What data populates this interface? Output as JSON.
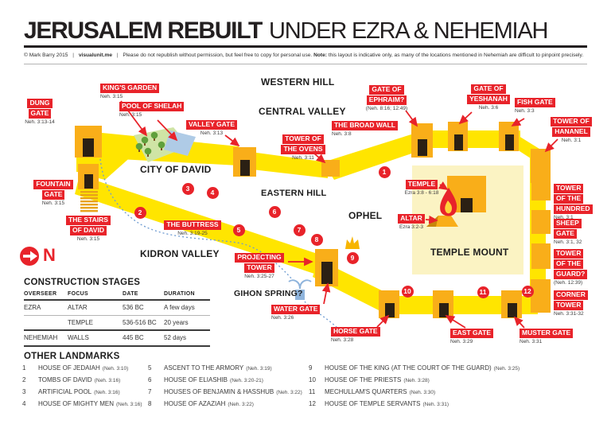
{
  "header": {
    "title_main": "JERUSALEM REBUILT",
    "title_sub": "UNDER EZRA & NEHEMIAH",
    "credit_prefix": "© Mark Barry 2015",
    "credit_sep": "|",
    "credit_site": "visualunit.me",
    "credit_body": "Please do not republish without permission, but feel free to copy for personal use.",
    "credit_note_label": "Note:",
    "credit_note": "this layout is indicative only, as many of the locations mentioned in Nehemiah are difficult to pinpoint precisely."
  },
  "map": {
    "regions": {
      "western_hill": "WESTERN HILL",
      "central_valley": "CENTRAL VALLEY",
      "city_of_david": "CITY OF DAVID",
      "eastern_hill": "EASTERN HILL",
      "ophel": "OPHEL",
      "kidron_valley": "KIDRON VALLEY",
      "temple_mount": "TEMPLE MOUNT",
      "gihon_spring": "GIHON SPRING?"
    },
    "north_label": "N",
    "icons": {
      "north_arrow": "right-arrow-in-red-circle",
      "crown": "gold-crown",
      "flame": "altar-flame",
      "gihon": "spring-fountain",
      "garden": "trees-on-green",
      "pool": "blue-pool",
      "stairs": "stepped-stairs"
    },
    "labels": {
      "dung_gate": {
        "l1": "DUNG",
        "l2": "GATE",
        "ref": "Neh. 3:13-14"
      },
      "kings_garden": {
        "l1": "KING'S GARDEN",
        "ref": "Neh. 3:15"
      },
      "pool_of_shelah": {
        "l1": "POOL OF SHELAH",
        "ref": "Neh. 3:15"
      },
      "valley_gate": {
        "l1": "VALLEY GATE",
        "ref": "Neh. 3:13"
      },
      "fountain_gate": {
        "l1": "FOUNTAIN",
        "l2": "GATE",
        "ref": "Neh. 3:15"
      },
      "stairs_of_david": {
        "l1": "THE STAIRS",
        "l2": "OF DAVID",
        "ref": "Neh. 3:15"
      },
      "buttress": {
        "l1": "THE BUTTRESS",
        "ref": "Neh. 3:19-25"
      },
      "tower_of_the_ovens": {
        "l1": "TOWER OF",
        "l2": "THE OVENS",
        "ref": "Neh. 3:11"
      },
      "broad_wall": {
        "l1": "THE BROAD WALL",
        "ref": "Neh. 3:8"
      },
      "gate_of_ephraim": {
        "l1": "GATE OF",
        "l2": "EPHRAIM?",
        "ref": "(Neh. 8:16; 12:49)"
      },
      "gate_of_yeshanah": {
        "l1": "GATE OF",
        "l2": "YESHANAH",
        "ref": "Neh. 3:6"
      },
      "fish_gate": {
        "l1": "FISH GATE",
        "ref": "Neh. 3:3"
      },
      "tower_of_hananel": {
        "l1": "TOWER OF",
        "l2": "HANANEL",
        "ref": "Neh. 3:1"
      },
      "tower_of_the_hundred": {
        "l1": "TOWER",
        "l2": "OF THE",
        "l3": "HUNDRED",
        "ref": "Neh. 3:1"
      },
      "sheep_gate": {
        "l1": "SHEEP",
        "l2": "GATE",
        "ref": "Neh. 3:1, 32"
      },
      "tower_of_the_guard": {
        "l1": "TOWER",
        "l2": "OF THE",
        "l3": "GUARD?",
        "ref": "(Neh. 12:39)"
      },
      "corner_tower": {
        "l1": "CORNER",
        "l2": "TOWER",
        "ref": "Neh. 3:31-32"
      },
      "muster_gate": {
        "l1": "MUSTER GATE",
        "ref": "Neh. 3:31"
      },
      "east_gate": {
        "l1": "EAST GATE",
        "ref": "Neh. 3:29"
      },
      "horse_gate": {
        "l1": "HORSE GATE",
        "ref": "Neh. 3:28"
      },
      "water_gate": {
        "l1": "WATER GATE",
        "ref": "Neh. 3:26"
      },
      "projecting_tower": {
        "l1": "PROJECTING",
        "l2": "TOWER",
        "ref": "Neh. 3:25-27"
      },
      "temple": {
        "l1": "TEMPLE",
        "ref": "Ezra 3:8 - 6:18"
      },
      "altar": {
        "l1": "ALTAR",
        "ref": "Ezra 3:2-3"
      }
    },
    "markers": [
      "1",
      "2",
      "3",
      "4",
      "5",
      "6",
      "7",
      "8",
      "9",
      "10",
      "11",
      "12"
    ]
  },
  "construction": {
    "heading": "CONSTRUCTION STAGES",
    "columns": [
      "OVERSEER",
      "FOCUS",
      "DATE",
      "DURATION"
    ],
    "rows": [
      {
        "overseer": "EZRA",
        "focus": "ALTAR",
        "date": "536 BC",
        "duration": "A few days"
      },
      {
        "overseer": "",
        "focus": "TEMPLE",
        "date": "536-516 BC",
        "duration": "20 years"
      },
      {
        "overseer": "NEHEMIAH",
        "focus": "WALLS",
        "date": "445 BC",
        "duration": "52 days"
      }
    ]
  },
  "landmarks": {
    "heading": "OTHER LANDMARKS",
    "items": [
      {
        "num": "1",
        "name": "HOUSE OF JEDAIAH",
        "ref": "(Neh. 3:10)"
      },
      {
        "num": "2",
        "name": "TOMBS OF DAVID",
        "ref": "(Neh. 3:16)"
      },
      {
        "num": "3",
        "name": "ARTIFICIAL POOL",
        "ref": "(Neh. 3:16)"
      },
      {
        "num": "4",
        "name": "HOUSE OF MIGHTY MEN",
        "ref": "(Neh. 3:16)"
      },
      {
        "num": "5",
        "name": "ASCENT TO THE ARMORY",
        "ref": "(Neh. 3:19)"
      },
      {
        "num": "6",
        "name": "HOUSE OF ELIASHIB",
        "ref": "(Neh. 3:20-21)"
      },
      {
        "num": "7",
        "name": "HOUSES OF BENJAMIN & HASSHUB",
        "ref": "(Neh. 3:22)"
      },
      {
        "num": "8",
        "name": "HOUSE OF AZAZIAH",
        "ref": "(Neh. 3:22)"
      },
      {
        "num": "9",
        "name": "HOUSE OF THE KING (AT THE COURT OF THE GUARD)",
        "ref": "(Neh. 3:25)"
      },
      {
        "num": "10",
        "name": "HOUSE OF THE PRIESTS",
        "ref": "(Neh. 3:28)"
      },
      {
        "num": "11",
        "name": "MECHULLAM'S QUARTERS",
        "ref": "(Neh. 3:30)"
      },
      {
        "num": "12",
        "name": "HOUSE OF TEMPLE SERVANTS",
        "ref": "(Neh. 3:31)"
      }
    ]
  },
  "colors": {
    "accent_red": "#e8232a",
    "wall_yellow": "#ffe500",
    "block_orange": "#f9ae19",
    "temple_mount": "#fbf3c3",
    "garden_green": "#cfe4a5",
    "pool_blue": "#afcbe6",
    "stream_blue": "#6e9bd1",
    "ink": "#231f20"
  }
}
